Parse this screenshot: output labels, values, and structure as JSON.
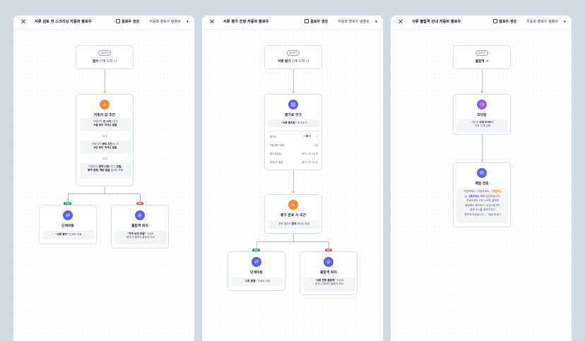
{
  "header": {
    "preview_label": "플로우 생성",
    "template_label": "자동화 플로우 템플릿"
  },
  "colors": {
    "orange": "#f08a3c",
    "indigo": "#5b63e6",
    "purple": "#8b5cf6",
    "green": "#16a34a",
    "red": "#ef4444",
    "background": "#d4dae3"
  },
  "panel1": {
    "title": "서류 검토 전 스크리닝 자동화 플로우",
    "trigger": {
      "badge": "트리거",
      "strong": "접수",
      "text": "단계 도착 시"
    },
    "condition": {
      "title": "지원서 값 조건",
      "rule1_a": "지원자의 ",
      "rule1_b": "만 나이",
      "rule1_c": "(이)가",
      "rule1_d": "X살 보다 크거나 같음",
      "and1": "그리고",
      "rule2_a": "지원자의 ",
      "rule2_b": "경력 기간",
      "rule2_c": "(이)가",
      "rule2_d": "X년 보다 크거나 같음",
      "and2": "그리고",
      "rule3_a": "지원자의 ",
      "rule3_b": "병역 사항",
      "rule3_c": "(이)가 ",
      "rule3_d": "군필,",
      "rule3_e": "병역 면제, 해당 없음",
      "rule3_f": " 중(에) 포함"
    },
    "yes_tag": "YES",
    "no_tag": "NO",
    "yes_node": {
      "title": "단계이동",
      "strong": "\"서류 평가\"",
      "text": " 단계로 이동"
    },
    "no_node": {
      "title": "불합격 처리",
      "strong": "\"자격 요건 미달\"",
      "text": " 사유로",
      "text2": "현재 단계에서 불합격 처리"
    }
  },
  "panel2": {
    "title": "서류 평가 진행 자동화 플로우",
    "trigger": {
      "badge": "트리거",
      "strong": "서류 평가",
      "text": " 단계 도착 시"
    },
    "evaluator": {
      "title": "평가표 추가",
      "strong": "\"서류 평가표\"",
      "text": " 추가하기",
      "row1_label": "평가자",
      "row1_value": "+",
      "row2_label": "자동 평가 삭제",
      "row2_value": "사용",
      "row3_label": "평가 마감일",
      "row3_value": "평가 시작 3일 후",
      "row4_label": "리마인드 발송",
      "row4_value": "평가 시작 1일 후"
    },
    "complete": {
      "title": "평가 완료 시 조건",
      "text_a": "최종 결과가 ",
      "strong": "합격",
      "text_b": " 와(과) 동일"
    },
    "yes_tag": "YES",
    "no_tag": "NO",
    "yes_node": {
      "title": "단계이동",
      "strong": "\"1차 면접\"",
      "text": " 단계로 이동"
    },
    "no_node": {
      "title": "불합격 처리",
      "strong": "\"서류 전형 불합격\"",
      "text": " 사유로",
      "text2": "현재 단계에서 불합격 처리"
    }
  },
  "panel3": {
    "title": "서류 불합격 안내 자동화 플로우",
    "trigger": {
      "badge": "트리거",
      "strong": "불합격",
      "text": " 시"
    },
    "timer": {
      "title": "타이밍",
      "text_a": "1일 후 ",
      "strong": "오후 5:00",
      "text_b": "에",
      "text2": "다음 단계 실행"
    },
    "email": {
      "title": "메일 전송",
      "l1_a": "이든하에서 \"안녕하세요, ",
      "l1_b": "{지원자}",
      "l2_a": "님, ",
      "l2_b": "{회사명}",
      "l2_c": " 채용 담당자입니다.",
      "l3": "안녕하세요 오랜 노력의 결과와",
      "l4": "열정에도 불구하고, 유감스럽게도",
      "l5": "합격 소식을 전해드리지",
      "l6": "못하게 되었습니다...\" 메일 보내기"
    }
  }
}
